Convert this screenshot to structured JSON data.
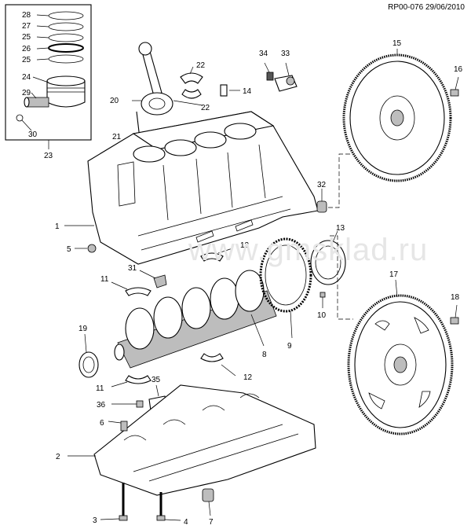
{
  "header": {
    "ref_code": "RP00-076 29/06/2010"
  },
  "watermark": {
    "text": "www.gmsklad.ru"
  },
  "callouts": {
    "c1": "1",
    "c2": "2",
    "c3": "3",
    "c4": "4",
    "c5": "5",
    "c6": "6",
    "c7": "7",
    "c8": "8",
    "c9": "9",
    "c10": "10",
    "c11a": "11",
    "c11b": "11",
    "c12a": "12",
    "c12b": "12",
    "c13": "13",
    "c14": "14",
    "c15": "15",
    "c16": "16",
    "c17": "17",
    "c18": "18",
    "c19": "19",
    "c20": "20",
    "c21": "21",
    "c22a": "22",
    "c22b": "22",
    "c23": "23",
    "c24": "24",
    "c25a": "25",
    "c25b": "25",
    "c26": "26",
    "c27": "27",
    "c28": "28",
    "c29": "29",
    "c30": "30",
    "c31": "31",
    "c32": "32",
    "c33": "33",
    "c34": "34",
    "c35": "35",
    "c36": "36"
  }
}
